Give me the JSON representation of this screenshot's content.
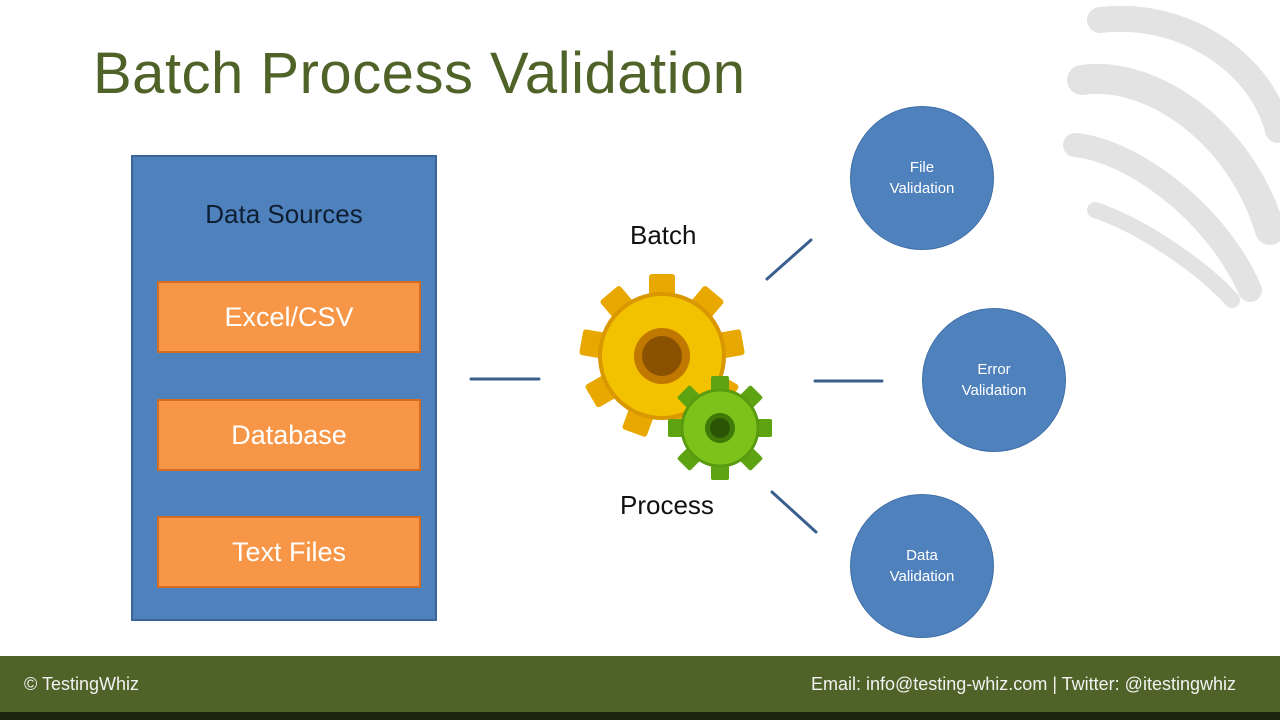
{
  "slide": {
    "title": "Batch Process Validation"
  },
  "sources": {
    "heading": "Data Sources",
    "items": [
      {
        "label": "Excel/CSV"
      },
      {
        "label": "Database"
      },
      {
        "label": "Text Files"
      }
    ]
  },
  "batch": {
    "top_label": "Batch",
    "bottom_label": "Process",
    "icon": "gears-icon"
  },
  "validations": [
    {
      "line1": "File",
      "line2": "Validation"
    },
    {
      "line1": "Error",
      "line2": "Validation"
    },
    {
      "line1": "Data",
      "line2": "Validation"
    }
  ],
  "footer": {
    "left": "© TestingWhiz",
    "right": "Email: info@testing-whiz.com | Twitter: @itestingwhiz"
  },
  "colors": {
    "title": "#4f6228",
    "panel": "#4f81bd",
    "source_box": "#f79646",
    "circle": "#4f81bd",
    "footer": "#4f6228",
    "gear_large": "#f2c200",
    "gear_small": "#7cc21a"
  }
}
